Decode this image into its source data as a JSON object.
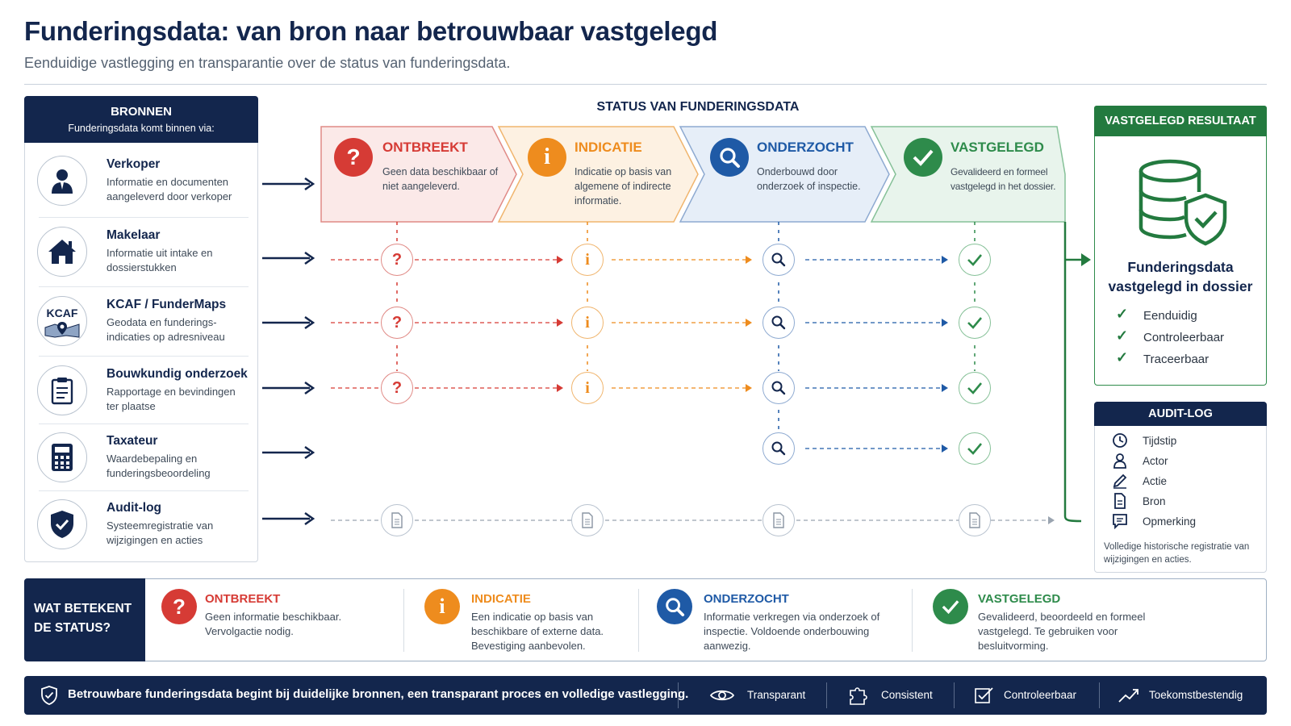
{
  "title": "Funderingsdata: van bron naar betrouwbaar vastgelegd",
  "subtitle": "Eenduidige vastlegging en transparantie over de status van funderingsdata.",
  "bronnen": {
    "heading": "BRONNEN",
    "subheading": "Funderingsdata komt binnen via:",
    "items": [
      {
        "name": "Verkoper",
        "desc": "Informatie en documenten aangeleverd door verkoper",
        "icon": "person-icon"
      },
      {
        "name": "Makelaar",
        "desc": "Informatie uit intake en dossierstukken",
        "icon": "house-icon"
      },
      {
        "name": "KCAF / FunderMaps",
        "desc": "Geodata en funderings-indicaties op adresniveau",
        "icon": "kcaf-map-icon",
        "icon_text": "KCAF"
      },
      {
        "name": "Bouwkundig onderzoek",
        "desc": "Rapportage en bevindingen ter plaatse",
        "icon": "clipboard-icon"
      },
      {
        "name": "Taxateur",
        "desc": "Waardebepaling en funderingsbeoordeling",
        "icon": "calculator-icon"
      },
      {
        "name": "Audit-log",
        "desc": "Systeemregistratie van wijzigingen en acties",
        "icon": "shield-check-icon"
      }
    ]
  },
  "status": {
    "heading": "STATUS VAN FUNDERINGSDATA",
    "stages": [
      {
        "name": "ONTBREEKT",
        "desc": "Geen data beschikbaar of niet aangeleverd.",
        "symbol": "?",
        "color": "#d63b35"
      },
      {
        "name": "INDICATIE",
        "desc": "Indicatie op basis van algemene of indirecte informatie.",
        "symbol": "i",
        "color": "#ee8c1e"
      },
      {
        "name": "ONDERZOCHT",
        "desc": "Onderbouwd door onderzoek of inspectie.",
        "symbol": "search",
        "color": "#1f5aa6"
      },
      {
        "name": "VASTGELEGD",
        "desc": "Gevalideerd en formeel vastgelegd in het dossier.",
        "symbol": "check",
        "color": "#2e8b4b"
      }
    ]
  },
  "result": {
    "heading": "VASTGELEGD RESULTAAT",
    "title": "Funderingsdata vastgelegd in dossier",
    "items": [
      "Eenduidig",
      "Controleerbaar",
      "Traceerbaar"
    ]
  },
  "audit": {
    "heading": "AUDIT-LOG",
    "items": [
      {
        "label": "Tijdstip",
        "icon": "clock-icon"
      },
      {
        "label": "Actor",
        "icon": "user-icon"
      },
      {
        "label": "Actie",
        "icon": "pencil-icon"
      },
      {
        "label": "Bron",
        "icon": "document-icon"
      },
      {
        "label": "Opmerking",
        "icon": "comment-icon"
      }
    ],
    "note": "Volledige historische registratie van wijzigingen en acties."
  },
  "legend": {
    "heading_line1": "WAT BETEKENT",
    "heading_line2": "DE STATUS?",
    "items": [
      {
        "name": "ONTBREEKT",
        "desc": "Geen informatie beschikbaar. Vervolgactie nodig."
      },
      {
        "name": "INDICATIE",
        "desc": "Een indicatie op basis van beschikbare of externe data. Bevestiging aanbevolen."
      },
      {
        "name": "ONDERZOCHT",
        "desc": "Informatie verkregen via onderzoek of inspectie. Voldoende onderbouwing aanwezig."
      },
      {
        "name": "VASTGELEGD",
        "desc": "Gevalideerd, beoordeeld en formeel vastgelegd. Te gebruiken voor besluitvorming."
      }
    ]
  },
  "footer": {
    "text": "Betrouwbare funderingsdata begint bij duidelijke bronnen, een transparant proces en volledige vastlegging.",
    "values": [
      {
        "label": "Transparant",
        "icon": "eye-icon"
      },
      {
        "label": "Consistent",
        "icon": "puzzle-icon"
      },
      {
        "label": "Controleerbaar",
        "icon": "checkbox-icon"
      },
      {
        "label": "Toekomstbestendig",
        "icon": "trend-up-icon"
      }
    ]
  },
  "colors": {
    "navy": "#13264d",
    "red": "#d63b35",
    "orange": "#ee8c1e",
    "blue": "#1f5aa6",
    "green": "#2e8b4b"
  }
}
